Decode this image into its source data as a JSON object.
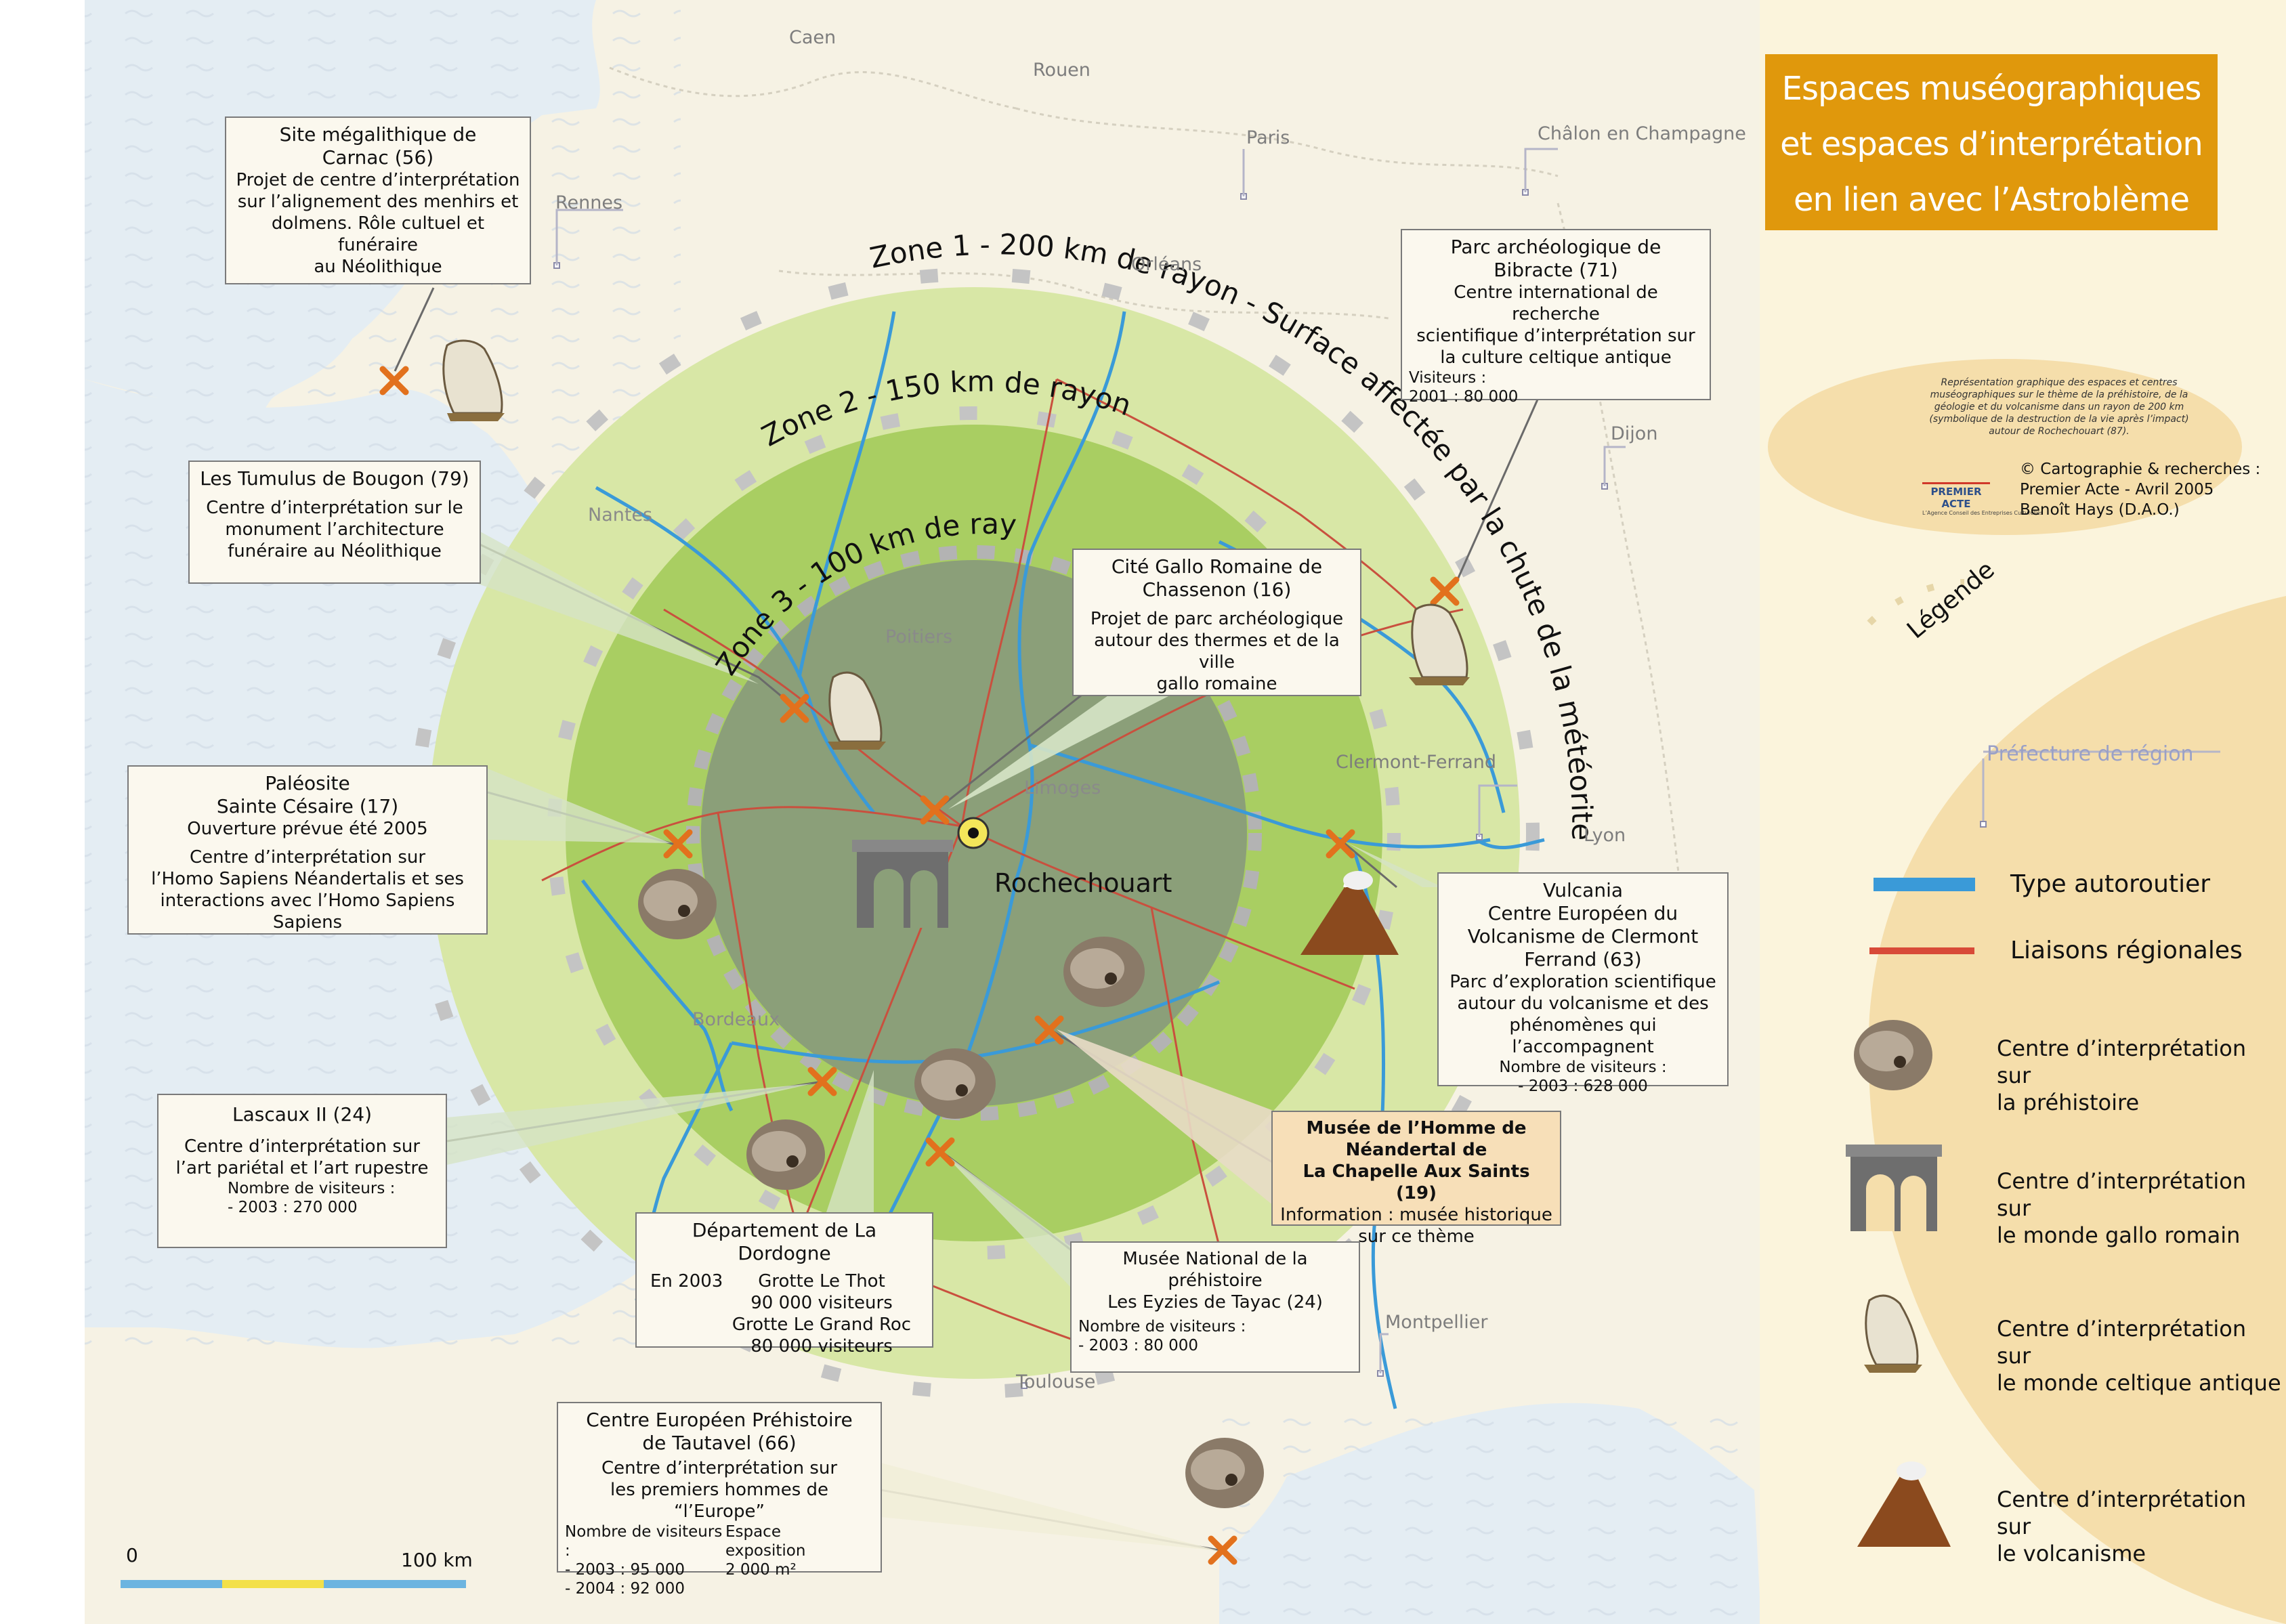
{
  "title": {
    "line1": "Espaces muséographiques",
    "line2": "et espaces d’interprétation",
    "line3": "en lien avec l’Astroblème"
  },
  "description": "Représentation graphique des espaces et centres muséographiques sur le thème de la préhistoire, de la géologie et du volcanisme dans un rayon de 200 km (symbolique de la destruction de la vie après l’impact) autour de Rochechouart (87).",
  "credits": {
    "line1": "© Cartographie & recherches :",
    "line2": "Premier Acte - Avril 2005",
    "line3": "Benoît Hays (D.A.O.)",
    "logo": "PREMIER ACTE",
    "logo_sub": "L’Agence Conseil des Entreprises Culturelles"
  },
  "legend": {
    "title": "Légende",
    "prefecture": "Préfecture de région",
    "motorway": "Type autoroutier",
    "regional": "Liaisons régionales",
    "prehistory_l1": "Centre d’interprétation sur",
    "prehistory_l2": "la préhistoire",
    "gallo_l1": "Centre d’interprétation sur",
    "gallo_l2": "le monde gallo romain",
    "celtic_l1": "Centre d’interprétation sur",
    "celtic_l2": "le monde celtique antique",
    "volcano_l1": "Centre d’interprétation sur",
    "volcano_l2": "le volcanisme"
  },
  "zones": {
    "zone1": "Zone 1 - 200 km de rayon - Surface affectée par la chute de la météorite",
    "zone2": "Zone 2 - 150 km de rayon",
    "zone3": "Zone 3 - 100 km de rayon"
  },
  "center": "Rochechouart",
  "cities": {
    "caen": "Caen",
    "rouen": "Rouen",
    "paris": "Paris",
    "chalon": "Châlon en Champagne",
    "rennes": "Rennes",
    "orleans": "Orléans",
    "dijon": "Dijon",
    "nantes": "Nantes",
    "poitiers": "Poitiers",
    "limoges": "Limoges",
    "clermont": "Clermont-Ferrand",
    "lyon": "Lyon",
    "bordeaux": "Bordeaux",
    "montpellier": "Montpellier",
    "toulouse": "Toulouse"
  },
  "scale": {
    "start": "0",
    "end": "100 km"
  },
  "sites": {
    "carnac": {
      "t1": "Site mégalithique de",
      "t2": "Carnac (56)",
      "d1": "Projet de centre d’interprétation",
      "d2": "sur l’alignement des menhirs et",
      "d3": "dolmens. Rôle cultuel et funéraire",
      "d4": "au Néolithique"
    },
    "bibracte": {
      "t1": "Parc archéologique de",
      "t2": "Bibracte (71)",
      "d1": "Centre international de recherche",
      "d2": "scientifique d’interprétation sur",
      "d3": "la culture celtique antique",
      "v1": "Visiteurs :",
      "v2": "2001 : 80 000"
    },
    "bougon": {
      "t1": "Les Tumulus de Bougon (79)",
      "d1": "Centre d’interprétation sur le",
      "d2": "monument l’architecture",
      "d3": "funéraire au Néolithique"
    },
    "chassenon": {
      "t1": "Cité Gallo Romaine de",
      "t2": "Chassenon (16)",
      "d1": "Projet de parc archéologique",
      "d2": "autour des thermes et de la ville",
      "d3": "gallo romaine"
    },
    "cesaire": {
      "t1": "Paléosite",
      "t2": "Sainte Césaire (17)",
      "t3": "Ouverture prévue été 2005",
      "d1": "Centre d’interprétation sur",
      "d2": "l’Homo Sapiens Néandertalis et ses",
      "d3": "interactions avec l’Homo Sapiens Sapiens"
    },
    "vulcania": {
      "t1": "Vulcania",
      "t2": "Centre Européen du",
      "t3": "Volcanisme de Clermont",
      "t4": "Ferrand (63)",
      "d1": "Parc d’exploration scientifique",
      "d2": "autour du volcanisme et des",
      "d3": "phénomènes qui l’accompagnent",
      "v1": "Nombre de visiteurs :",
      "v2": "- 2003 : 628 000"
    },
    "lascaux": {
      "t1": "Lascaux II (24)",
      "d1": "Centre d’interprétation sur",
      "d2": "l’art pariétal et l’art rupestre",
      "v1": "Nombre de visiteurs :",
      "v2": "- 2003 : 270 000"
    },
    "chapelle": {
      "t1": "Musée de l’Homme de",
      "t2": "Néandertal de",
      "t3": "La Chapelle Aux Saints (19)",
      "d1": "Information : musée historique",
      "d2": "sur ce thème"
    },
    "dordogne": {
      "t1": "Département de La Dordogne",
      "year": "En 2003",
      "d1": "Grotte Le Thot",
      "d2": "90 000 visiteurs",
      "d3": "Grotte Le Grand Roc",
      "d4": "80 000 visiteurs"
    },
    "eyzies": {
      "t1": "Musée National de la",
      "t2": "préhistoire",
      "t3": "Les Eyzies de Tayac (24)",
      "v1": "Nombre de visiteurs :",
      "v2": "- 2003 : 80 000"
    },
    "tautavel": {
      "t1": "Centre Européen Préhistoire",
      "t2": "de Tautavel (66)",
      "d1": "Centre d’interprétation sur",
      "d2": "les premiers hommes de “l’Europe”",
      "v1": "Nombre de visiteurs :",
      "v2": "- 2003 : 95 000",
      "v3": "- 2004 : 92 000",
      "e1": "Espace exposition",
      "e2": "2 000 m²"
    }
  },
  "colors": {
    "zone1": "#d9e8a8",
    "zone2": "#a8cf63",
    "zone3": "#8c9e79",
    "title_bg": "#e0980c",
    "legend_bg": "#f5deab",
    "sea": "#e3ecf2",
    "motorway": "#3a9ad8",
    "regional": "#d84a38",
    "marker": "#e2711d"
  }
}
